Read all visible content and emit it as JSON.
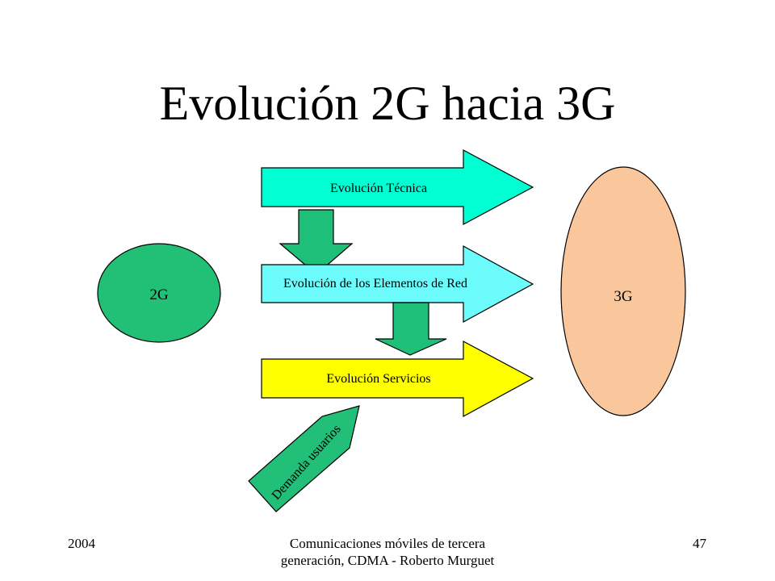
{
  "slide": {
    "title": "Evolución 2G hacia 3G"
  },
  "diagram": {
    "node_2g": "2G",
    "node_3g": "3G",
    "arrow_tecnica": "Evolución Técnica",
    "arrow_red": "Evolución de los Elementos de Red",
    "arrow_servicios": "Evolución Servicios",
    "arrow_demanda": "Demanda usuarios"
  },
  "footer": {
    "year": "2004",
    "course": "Comunicaciones móviles de tercera generación, CDMA - Roberto Murguet",
    "page_number": "47"
  },
  "colors": {
    "node_2g_fill": "#22bf77",
    "node_3g_fill": "#f9c79b",
    "arrow_tecnica_fill": "#00ffd2",
    "arrow_red_fill": "#6cfcfc",
    "arrow_servicios_fill": "#ffff00",
    "down_arrow_fill": "#1dbf79",
    "arrow_demanda_fill": "#21bf77"
  }
}
